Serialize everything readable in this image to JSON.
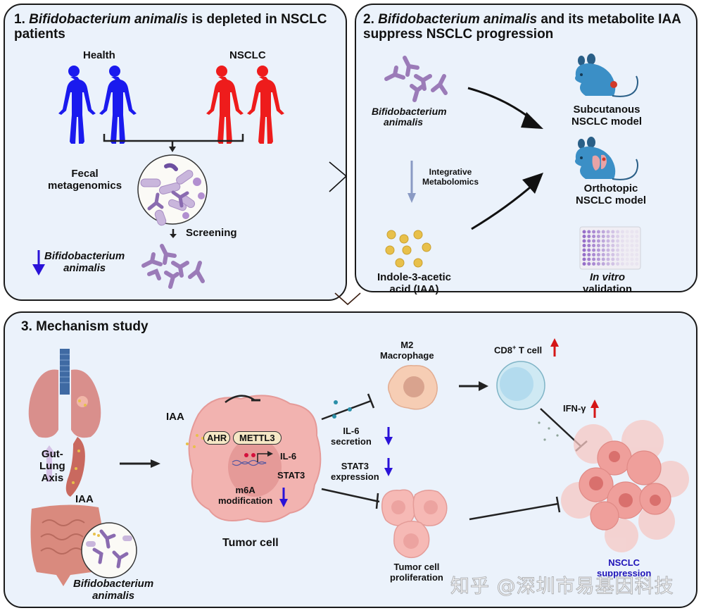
{
  "panel1": {
    "title_number": "1.",
    "title_italic": "Bifidobacterium animalis",
    "title_rest": " is depleted in NSCLC",
    "title_line2": "patients",
    "group_health": "Health",
    "group_nsclc": "NSCLC",
    "fecal_line1": "Fecal",
    "fecal_line2": "metagenomics",
    "screening": "Screening",
    "result_line1": "Bifidobacterium",
    "result_line2": "animalis",
    "result_direction": "down"
  },
  "panel2": {
    "title_number": "2.",
    "title_italic": "Bifidobacterium animalis",
    "title_rest": " and its metabolite  IAA",
    "title_line2": "suppress NSCLC progression",
    "bacteria_line1": "Bifidobacterium",
    "bacteria_line2": "animalis",
    "method_line1": "Integrative",
    "method_line2": "Metabolomics",
    "iaa_line1": "Indole-3-acetic",
    "iaa_line2": "acid (IAA)",
    "model1_line1": "Subcutanous",
    "model1_line2": "NSCLC model",
    "model2_line1": "Orthotopic",
    "model2_line2": "NSCLC model",
    "model3_line1": "In vitro",
    "model3_line2": "validation"
  },
  "panel3": {
    "title": "3. Mechanism study",
    "axis_line1": "Gut-",
    "axis_line2": "Lung",
    "axis_line3": "Axis",
    "iaa_gut": "IAA",
    "bacteria_line1": "Bifidobacterium",
    "bacteria_line2": "animalis",
    "iaa_cell": "IAA",
    "ahr": "AHR",
    "mettl3": "METTL3",
    "il6_gene": "IL-6",
    "stat3_gene": "STAT3",
    "m6a_line1": "m6A",
    "m6a_line2": "modification",
    "tumor_cell": "Tumor cell",
    "m2_line1": "M2",
    "m2_line2": "Macrophage",
    "cd8": "CD8",
    "cd8_sup": "+",
    "cd8_rest": " T cell",
    "il6_line1": "IL-6",
    "il6_line2": "secretion",
    "stat3_line1": "STAT3",
    "stat3_line2": "expression",
    "ifn": "IFN-γ",
    "prolif_line1": "Tumor cell",
    "prolif_line2": "proliferation",
    "outcome_line1": "NSCLC",
    "outcome_line2": "suppression"
  },
  "colors": {
    "panel_bg": "#ebf2fb",
    "health": "#1a1aee",
    "nsclc": "#ee1c1c",
    "down_arrow": "#2a12d8",
    "up_arrow": "#d41616",
    "bacteria": "#9b7bb8",
    "iaa": "#e8c04a",
    "mouse": "#3b8fc6",
    "outcome_text": "#1f13b8"
  },
  "watermark": "知乎 @深圳市易基因科技"
}
